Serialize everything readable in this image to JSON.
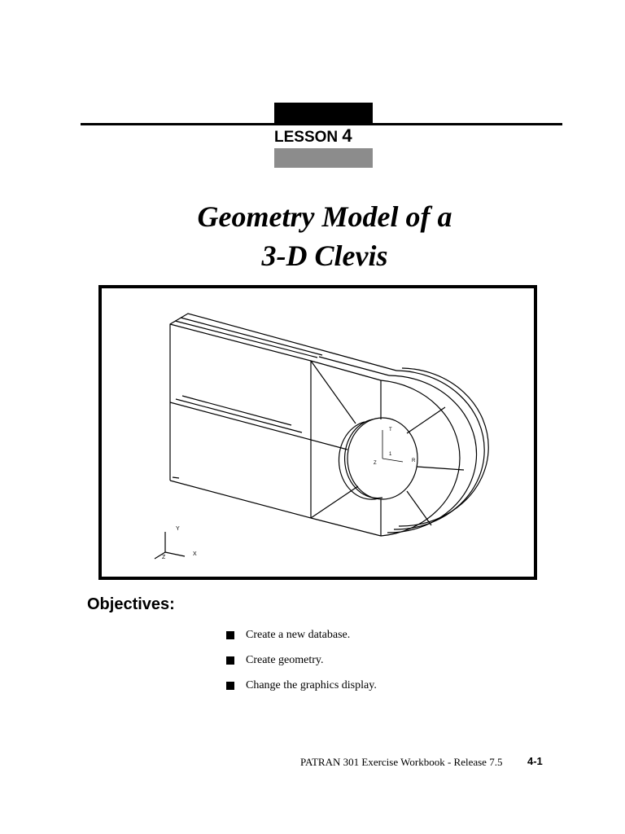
{
  "header": {
    "lesson_word": "LESSON",
    "lesson_number": "4"
  },
  "title": {
    "line1": "Geometry Model of a",
    "line2": "3-D Clevis"
  },
  "figure": {
    "axis_labels": {
      "x": "X",
      "y": "Y",
      "z": "Z"
    },
    "markers": {
      "t": "T",
      "one": "1",
      "r": "R",
      "z": "Z"
    }
  },
  "objectives": {
    "heading": "Objectives:",
    "items": [
      "Create a new database.",
      "Create geometry.",
      "Change the graphics display."
    ]
  },
  "footer": {
    "text": "PATRAN 301 Exercise Workbook - Release 7.5",
    "page": "4-1"
  }
}
